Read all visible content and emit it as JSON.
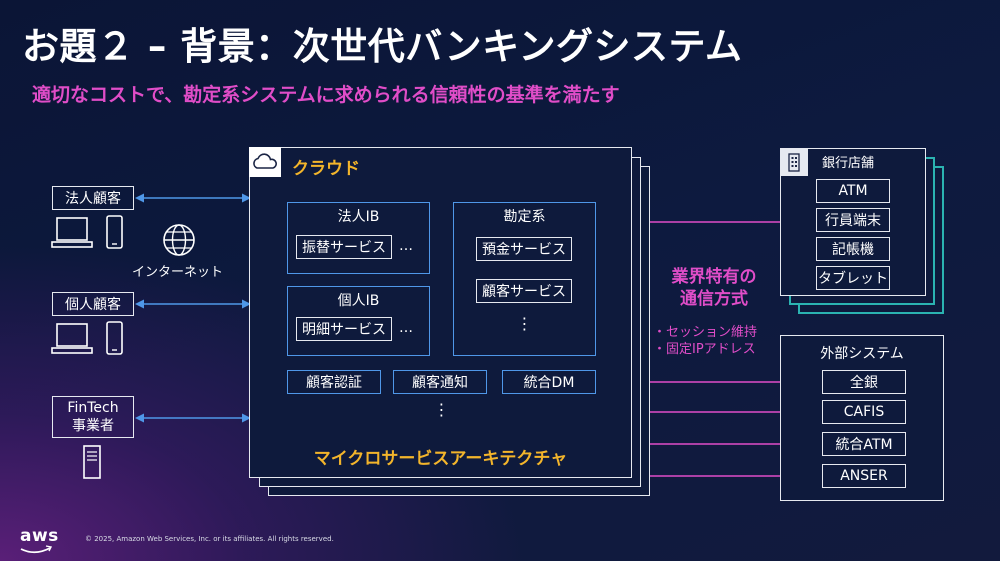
{
  "title": "お題２ – 背景：次世代バンキングシステム",
  "subtitle": "適切なコストで、勘定系システムに求められる信頼性の基準を満たす",
  "cloud": {
    "label": "クラウド",
    "corporate_ib": {
      "label": "法人IB",
      "service": "振替サービス",
      "more": "…"
    },
    "personal_ib": {
      "label": "個人IB",
      "service": "明細サービス",
      "more": "…"
    },
    "core": {
      "label": "勘定系",
      "services": [
        "預金サービス",
        "顧客サービス"
      ],
      "more": "⋮"
    },
    "common": [
      "顧客認証",
      "顧客通知",
      "統合DM"
    ],
    "common_more": "⋮",
    "architecture": "マイクロサービスアーキテクチャ"
  },
  "clients": {
    "corporate": "法人顧客",
    "personal": "個人顧客",
    "fintech_line1": "FinTech",
    "fintech_line2": "事業者",
    "internet": "インターネット"
  },
  "branch": {
    "label": "銀行店舗",
    "items": [
      "ATM",
      "行員端末",
      "記帳機",
      "タブレット"
    ]
  },
  "protocol": {
    "line1": "業界特有の",
    "line2": "通信方式",
    "bullets": [
      "・セッション維持",
      "・固定IPアドレス"
    ]
  },
  "external": {
    "label": "外部システム",
    "items": [
      "全銀",
      "CAFIS",
      "統合ATM",
      "ANSER"
    ]
  },
  "footer": {
    "logo": "aws",
    "copyright": "© 2025, Amazon Web Services, Inc. or its affiliates. All rights reserved."
  },
  "colors": {
    "accent_orange": "#f3b52b",
    "accent_magenta": "#e04dc8",
    "connector_blue": "#4f97e8",
    "branch_teal": "#2bb3b1"
  }
}
